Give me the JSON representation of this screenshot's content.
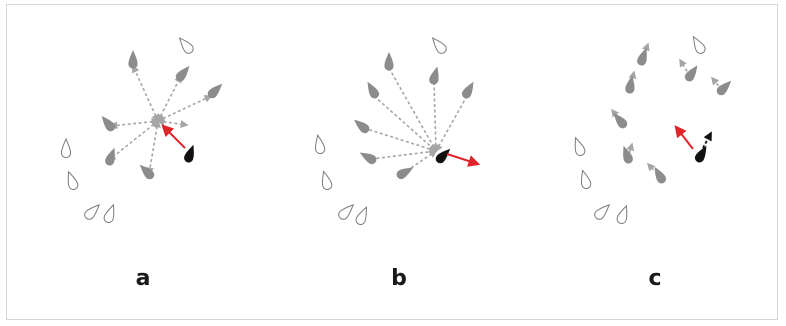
{
  "figure": {
    "panel_labels": [
      "a",
      "b",
      "c"
    ],
    "colors": {
      "frame_border": "#d7d7d7",
      "dashed_arrow": "#a6a6a6",
      "focal_drop": "#111111",
      "neighbor_drop": "#8c8c8c",
      "outline_drop": "#7a7a7a",
      "response_arrow": "#e0242b"
    },
    "icons": [
      "teardrop-agent-icon",
      "red-arrow-icon",
      "dashed-arrow-icon"
    ]
  }
}
